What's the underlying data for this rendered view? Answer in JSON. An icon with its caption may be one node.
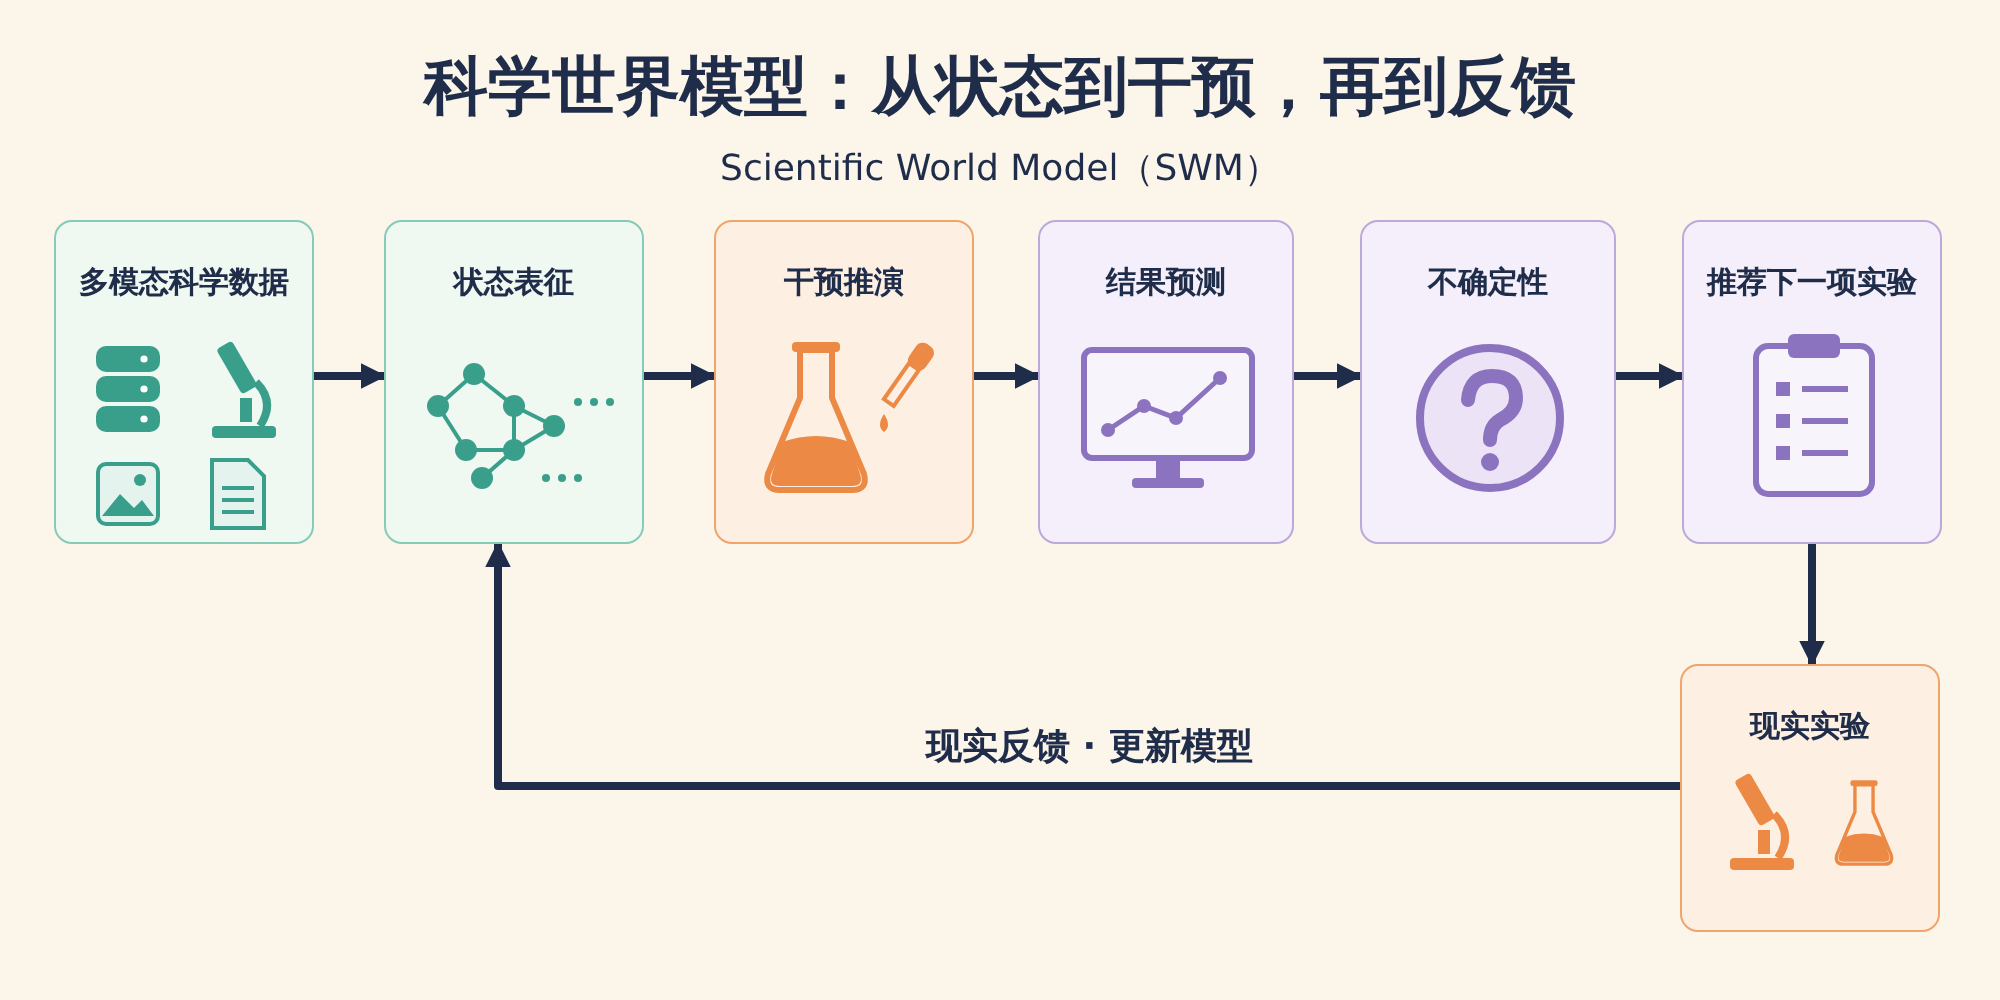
{
  "diagram": {
    "title": "科学世界模型：从状态到干预，再到反馈",
    "nodes": [
      {
        "text": [
          "多模态科学数据"
        ]
      },
      {
        "text": [
          "状态表征"
        ]
      },
      {
        "text": [
          "干预推演"
        ]
      },
      {
        "text": [
          "结果预测"
        ]
      },
      {
        "text": [
          "不确定性"
        ]
      },
      {
        "text": [
          "推荐下一项实验"
        ]
      },
      {
        "text": [
          "现实实验"
        ]
      }
    ],
    "edges": [
      {
        "from": 0,
        "to": 1,
        "arrow": "to"
      },
      {
        "from": 1,
        "to": 2,
        "arrow": "to"
      },
      {
        "from": 2,
        "to": 3,
        "arrow": "to"
      },
      {
        "from": 3,
        "to": 4,
        "arrow": "to"
      },
      {
        "from": 4,
        "to": 5,
        "arrow": "to"
      },
      {
        "from": 5,
        "to": 6,
        "arrow": "to"
      },
      {
        "from": 6,
        "to": 1,
        "arrow": "to",
        "label": "现实反馈 · 更新模型"
      }
    ],
    "labels": [
      "Scientific World Model（SWM）"
    ]
  }
}
